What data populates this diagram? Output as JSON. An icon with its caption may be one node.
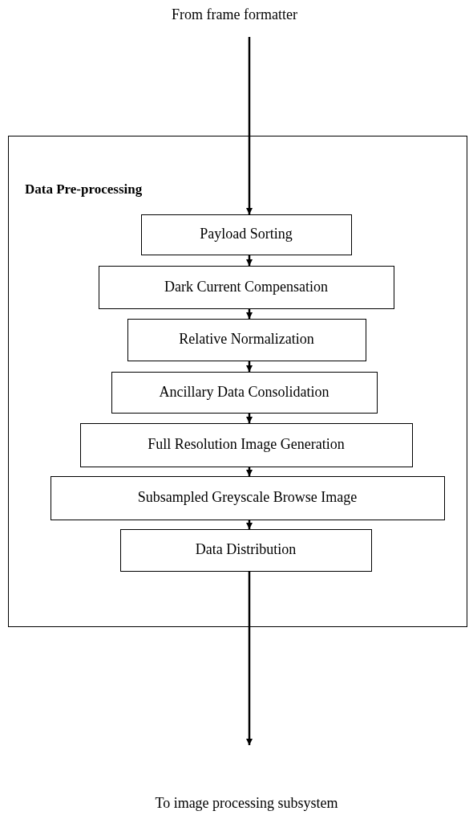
{
  "diagram": {
    "nodes": [
      {
        "text": [
          "From frame formatter"
        ]
      },
      {
        "text": [
          "Data Pre-processing"
        ]
      },
      {
        "text": [
          "Payload Sorting"
        ],
        "in": 1
      },
      {
        "text": [
          "Dark Current Compensation"
        ],
        "in": 1
      },
      {
        "text": [
          "Relative Normalization"
        ],
        "in": 1
      },
      {
        "text": [
          "Ancillary Data Consolidation"
        ],
        "in": 1
      },
      {
        "text": [
          "Full Resolution Image Generation"
        ],
        "in": 1
      },
      {
        "text": [
          "Subsampled Greyscale Browse Image"
        ],
        "in": 1
      },
      {
        "text": [
          "Data Distribution"
        ],
        "in": 1
      },
      {
        "text": [
          "To image processing subsystem"
        ]
      }
    ],
    "edges": [
      {
        "from": 0,
        "to": 2,
        "arrow": "to"
      },
      {
        "from": 2,
        "to": 3,
        "arrow": "to"
      },
      {
        "from": 3,
        "to": 4,
        "arrow": "to"
      },
      {
        "from": 4,
        "to": 5,
        "arrow": "to"
      },
      {
        "from": 5,
        "to": 6,
        "arrow": "to"
      },
      {
        "from": 6,
        "to": 7,
        "arrow": "to"
      },
      {
        "from": 7,
        "to": 8,
        "arrow": "to"
      },
      {
        "from": 8,
        "to": 9,
        "arrow": "to"
      }
    ]
  }
}
